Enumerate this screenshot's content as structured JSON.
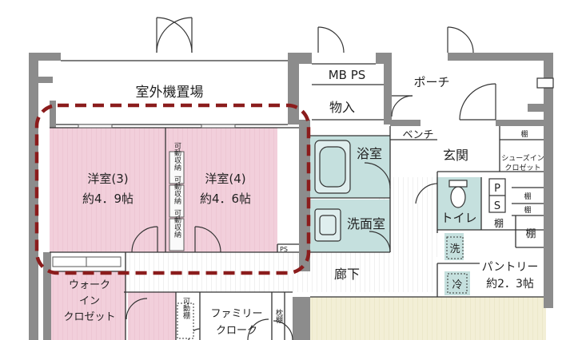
{
  "rooms": {
    "outdoor_unit": "室外機置場",
    "mbps": "MB PS",
    "porch": "ポーチ",
    "storage": "物入",
    "bench": "ベンチ",
    "entrance": "玄関",
    "shoe_closet_1": "シューズイン",
    "shoe_closet_2": "クロゼット",
    "shelf": "棚",
    "bath": "浴室",
    "washroom": "洗面室",
    "toilet": "トイレ",
    "ps_p": "P",
    "ps_s": "S",
    "western3_name": "洋室(3)",
    "western3_size": "約4．9帖",
    "western4_name": "洋室(4)",
    "western4_size": "約4．6帖",
    "movable_a": "可動収納",
    "movable_b": "可動収納",
    "movable_c": "可動収納",
    "ps_small": "PS",
    "corridor": "廊下",
    "walkin_1": "ウォーク",
    "walkin_2": "イン",
    "walkin_3": "クロゼット",
    "family_1": "ファミリー",
    "family_2": "クローク",
    "movable_shelf": "可動棚",
    "pillow_shelf": "枕棚",
    "pantry_1": "パントリー",
    "pantry_2": "約2．3帖",
    "wash_appliance": "洗",
    "fridge": "冷"
  },
  "colors": {
    "wall": "#8c8c8c",
    "pink": "#f2cfdb",
    "teal": "#c5e0de",
    "floor": "#f0eedb",
    "dash": "#8b1c1c",
    "line": "#333333"
  }
}
